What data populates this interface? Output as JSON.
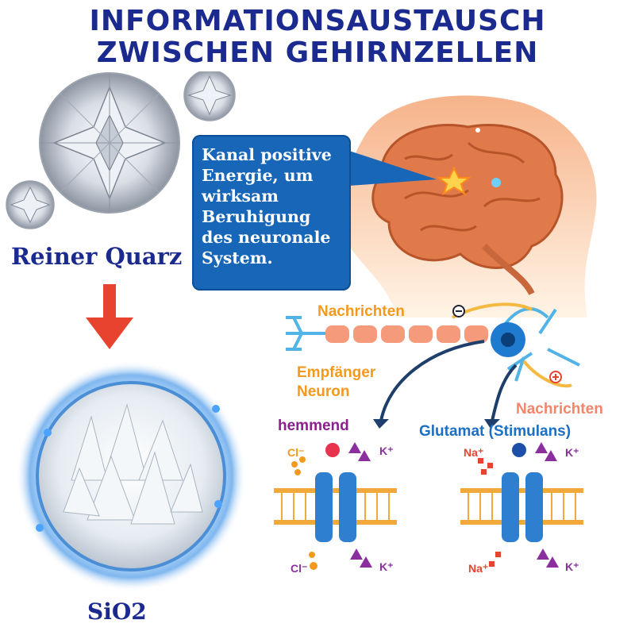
{
  "title": {
    "line1": "INFORMATIONSAUSTAUSCH",
    "line2": "ZWISCHEN GEHIRNZELLEN"
  },
  "quartz_label": "Reiner Quarz",
  "sio2_label": "SiO2",
  "callout_text": "Kanal positive\nEnergie, um\nwirksam\nBeruhigung\ndes neuronale\nSystem.",
  "neuron_labels": {
    "messages_top": "Nachrichten",
    "receiver": "Empfänger\nNeuron",
    "messages_right": "Nachrichten",
    "inhibitory": "hemmend",
    "glutamate": "Glutamat (Stimulans)"
  },
  "ion_labels": {
    "cl_top": "Cl⁻",
    "k_top_left": "K⁺",
    "na_top": "Na⁺",
    "k_top_right": "K⁺",
    "cl_bottom": "Cl⁻",
    "k_bottom_left": "K⁺",
    "na_bottom": "Na⁺",
    "k_bottom_right": "K⁺"
  },
  "colors": {
    "title_blue": "#1b2a8f",
    "arrow_red": "#e8432e",
    "callout_blue": "#1766b8",
    "brain": "#e07a4a",
    "head": "#f7c9a0",
    "membrane": "#f2a93b",
    "channel": "#2f7fd0"
  },
  "icons": [
    "diamond-icon",
    "down-arrow-icon",
    "quartz-crystal-icon",
    "brain-icon",
    "neuron-icon",
    "ion-channel-icon"
  ]
}
